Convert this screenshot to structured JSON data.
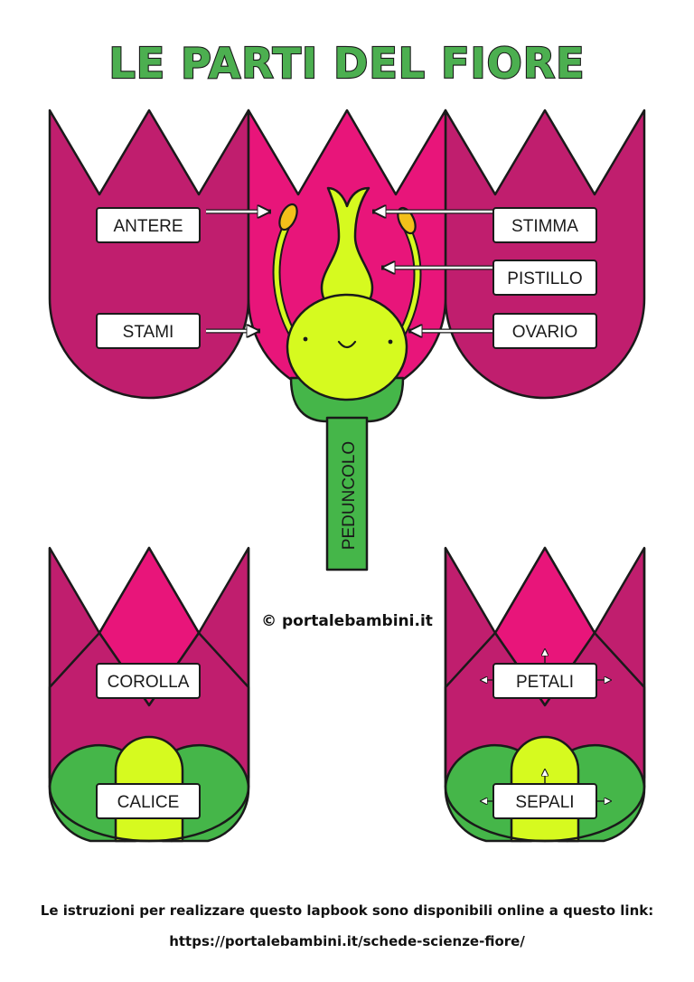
{
  "title": "LE PARTI DEL FIORE",
  "labels": {
    "antere": "ANTERE",
    "stami": "STAMI",
    "stimma": "STIMMA",
    "pistillo": "PISTILLO",
    "ovario": "OVARIO",
    "peduncolo": "PEDUNCOLO",
    "corolla": "COROLLA",
    "calice": "CALICE",
    "petali": "PETALI",
    "sepali": "SEPALI"
  },
  "copyright": "© portalebambini.it",
  "footer": {
    "line1": "Le istruzioni per realizzare questo lapbook sono disponibili online a questo link:",
    "line2": "https://portalebambini.it/schede-scienze-fiore/"
  },
  "colors": {
    "petal_dark": "#c01e6e",
    "petal_pink": "#e8157a",
    "pistil_yellow": "#d6fa1f",
    "sepal_green": "#45b649",
    "title_green": "#4caf50",
    "outline": "#1a1a1a"
  }
}
